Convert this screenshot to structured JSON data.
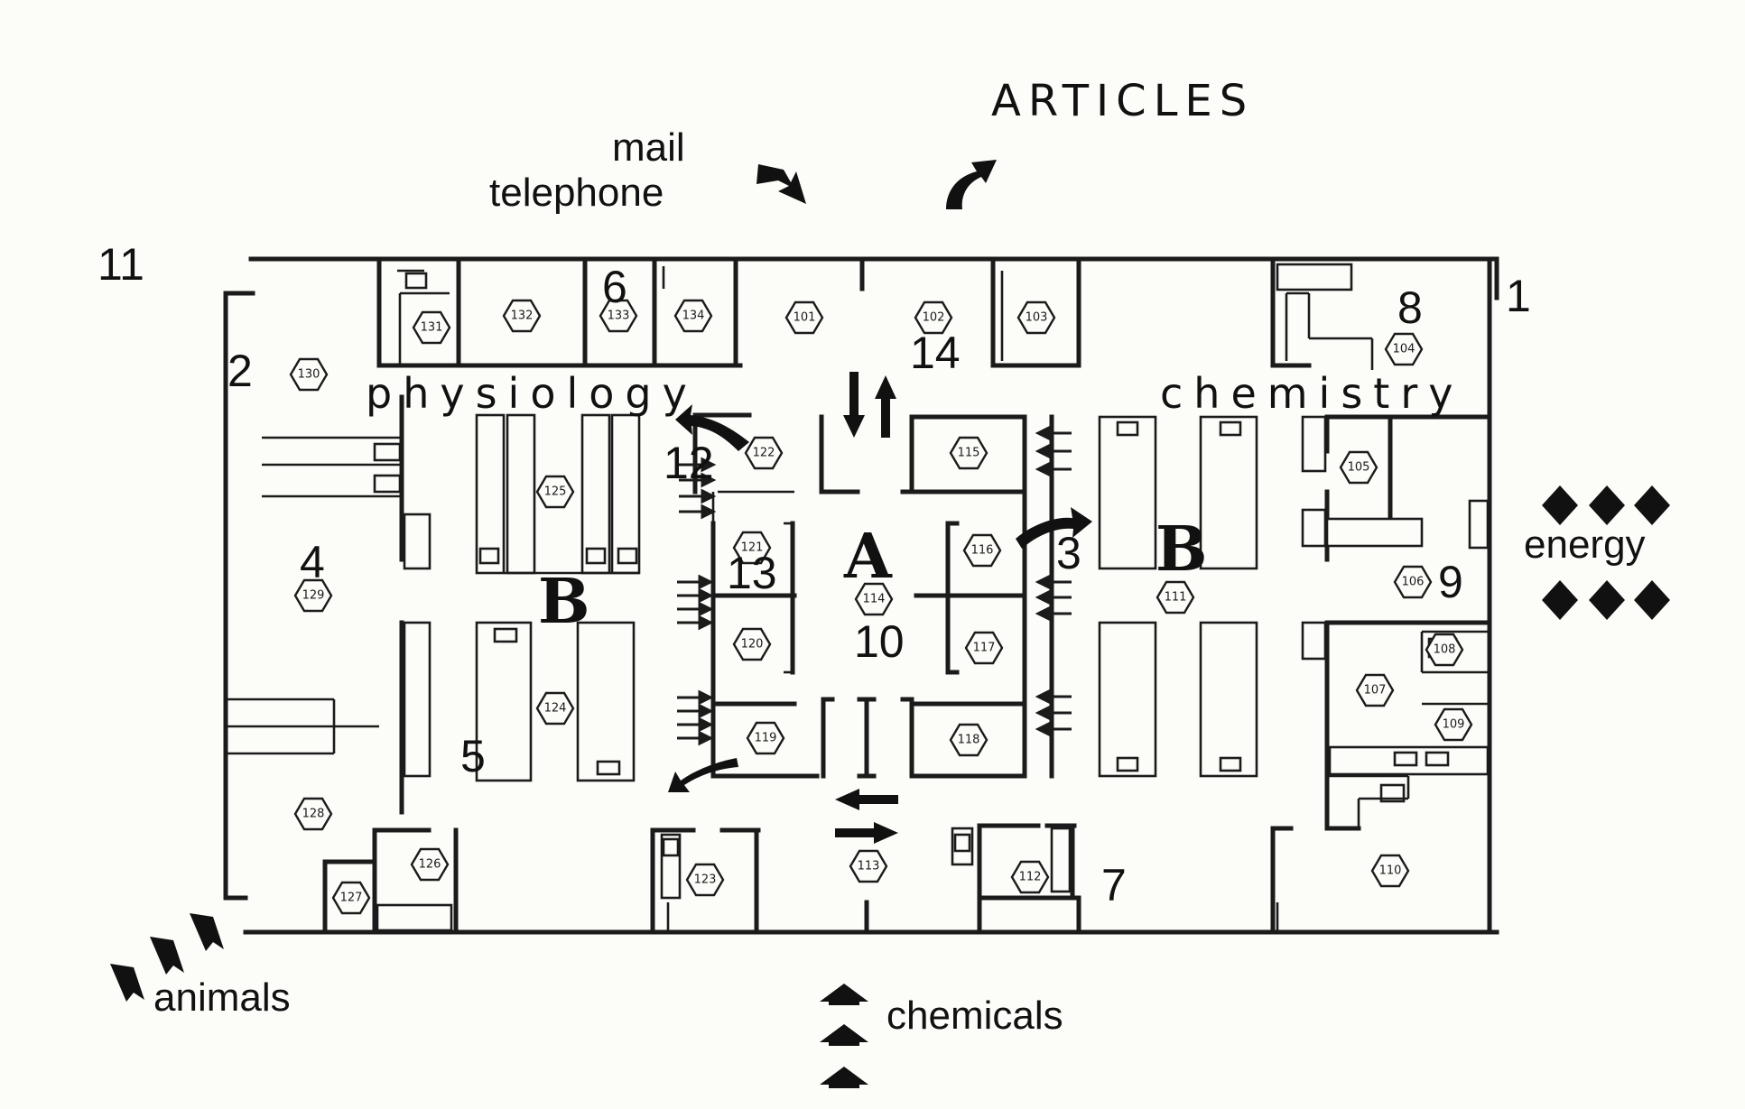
{
  "title": "ARTICLES",
  "flows": {
    "mail": "mail",
    "telephone": "telephone",
    "energy": "energy",
    "animals": "animals",
    "chemicals": "chemicals"
  },
  "areas": {
    "physiology": "physiology",
    "chemistry": "chemistry",
    "core": "A",
    "lab_left": "B",
    "lab_right": "B"
  },
  "numbers": [
    "11",
    "1",
    "2",
    "3",
    "4",
    "5",
    "6",
    "7",
    "8",
    "9",
    "10",
    "12",
    "13",
    "14"
  ],
  "rooms": [
    "131",
    "132",
    "133",
    "134",
    "101",
    "102",
    "103",
    "104",
    "130",
    "105",
    "106",
    "108",
    "107",
    "109",
    "110",
    "111",
    "112",
    "113",
    "114",
    "115",
    "116",
    "117",
    "118",
    "119",
    "120",
    "121",
    "122",
    "123",
    "124",
    "125",
    "126",
    "127",
    "128",
    "129"
  ]
}
